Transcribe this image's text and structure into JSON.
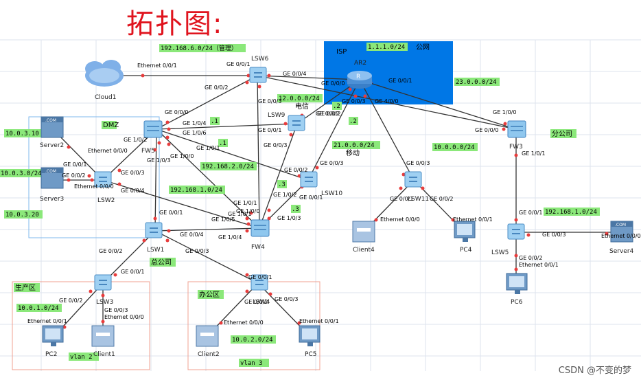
{
  "title": "拓扑图:",
  "watermark": "CSDN @不变的梦",
  "zones": {
    "isp": "ISP",
    "public": "公网",
    "dmz": "DMZ",
    "hq": "总公司",
    "branch": "分公司",
    "production": "生产区",
    "office": "办公区",
    "telecom": "电信",
    "mobile": "移动"
  },
  "networks": {
    "mgmt": "192.168.6.0/24（管理）",
    "isp_net": "1.1.1.0/24",
    "tel_net": "12.0.0.0/24",
    "mob_net": "21.0.0.0/24",
    "branch_wan": "23.0.0.0/24",
    "pub10": "10.0.0.0/24",
    "n1921682": "192.168.2.0/24",
    "n1921681": "192.168.1.0/24",
    "branch_lan": "192.168.1.0/24",
    "dmz1": "10.0.3.10",
    "dmz2": "10.0.3.0/24",
    "dmz3": "10.0.3.20",
    "prod": "10.0.1.0/24",
    "office": "10.0.2.0/24",
    "vlan2": "vlan 2",
    "vlan3": "vlan 3",
    "d1": ".1",
    "d2": ".1",
    "d3": ".2",
    "d4": ".2",
    "d5": ".3",
    "d6": ".3"
  },
  "devices": {
    "cloud1": "Cloud1",
    "ar2": "AR2",
    "lsw6": "LSW6",
    "lsw9": "LSW9",
    "lsw10": "LSW10",
    "lsw11": "LSW11",
    "lsw1": "LSW1",
    "lsw2": "LSW2",
    "lsw3": "LSW3",
    "lsw4": "LSW4",
    "lsw5": "LSW5",
    "fw5": "FW5",
    "fw4": "FW4",
    "fw3": "FW3",
    "server2": "Server2",
    "server3": "Server3",
    "server4": "Server4",
    "client1": "Client1",
    "client2": "Client2",
    "client4": "Client4",
    "pc2": "PC2",
    "pc4": "PC4",
    "pc5": "PC5",
    "pc6": "PC6"
  },
  "ports": {
    "cloud_eth": "Ethernet 0/0/1",
    "lsw6_g1": "GE 0/0/1",
    "lsw6_g2": "GE 0/0/2",
    "lsw6_g3": "GE 0/0/3",
    "lsw6_g4": "GE 0/0/4",
    "ar_g0": "GE 0/0/0",
    "ar_g1": "GE 0/0/1",
    "ar_g2": "GE 0/0/2",
    "ar_g3": "GE 0/0/3",
    "ar_g4": "GE 4/0/0",
    "lsw9_g1": "GE 0/0/1",
    "lsw9_g2": "GE 0/0/2",
    "lsw9_g3": "GE 0/0/3",
    "fw5_g0": "GE 0/0/0",
    "fw5_g14": "GE 1/0/4",
    "fw5_g16": "GE 1/0/6",
    "fw5_g12": "GE 1/0/2",
    "fw5_g13": "GE 1/0/3",
    "fw5_g10": "GE 1/0/0",
    "fw5_g11": "GE 1/0/1",
    "lsw2_eth": "Ethernet 0/0/0",
    "lsw2_g1": "GE 0/0/1",
    "lsw2_g2": "GE 0/0/2",
    "lsw2_g3": "GE 0/0/3",
    "lsw2_g4": "GE 0/0/4",
    "lsw2_eth2": "Ethernet 0/0/0",
    "lsw10_g2": "GE 0/0/2",
    "lsw10_g3": "GE 0/0/3",
    "lsw10_g1": "GE 0/0/1",
    "fw4_g11": "GE 1/0/1",
    "fw4_g10": "GE 1/0/0",
    "fw4_g15": "GE 1/0/5",
    "fw4_g12": "GE 1/0/2",
    "fw4_g13": "GE 1/0/3",
    "fw4_g14": "GE 1/0/4",
    "fw4_g1b": "GE 1/0/1",
    "lsw1_g1": "GE 0/0/1",
    "lsw1_g4": "GE 0/0/4",
    "lsw1_g2": "GE 0/0/2",
    "lsw1_g3": "GE 0/0/3",
    "lsw3_g1": "GE 0/0/1",
    "lsw3_g2": "GE 0/0/2",
    "lsw3_g3": "GE 0/0/3",
    "pc2_eth": "Ethernet 0/0/1",
    "client1_eth": "Ethernet 0/0/0",
    "lsw4_g1": "GE 0/0/1",
    "lsw4_g2": "GE 0/0/2",
    "lsw4_g3": "GE 0/0/3",
    "client2_eth": "Ethernet 0/0/0",
    "pc5_eth": "Ethernet 0/0/1",
    "lsw11_g3": "GE 0/0/3",
    "lsw11_g1": "GE 0/0/1",
    "lsw11_g2": "GE 0/0/2",
    "client4_eth": "Ethernet 0/0/0",
    "pc4_eth": "Ethernet 0/0/1",
    "fw3_g10": "GE 1/0/0",
    "fw3_g0": "GE 0/0/0",
    "fw3_g11": "GE 1/0/1",
    "lsw5_g1": "GE 0/0/1",
    "lsw5_g3": "GE 0/0/3",
    "lsw5_g2": "GE 0/0/2",
    "pc6_eth": "Ethernet 0/0/1",
    "server4_eth": "Ethernet 0/0/0"
  },
  "colors": {
    "title": "#e0141e",
    "isp_box": "#0077e6",
    "label_bg": "#8be87a",
    "port_dot": "#e83c3c",
    "link": "#333333",
    "zone_border": "#f0a090",
    "dmz_border": "#7fb8ee"
  }
}
